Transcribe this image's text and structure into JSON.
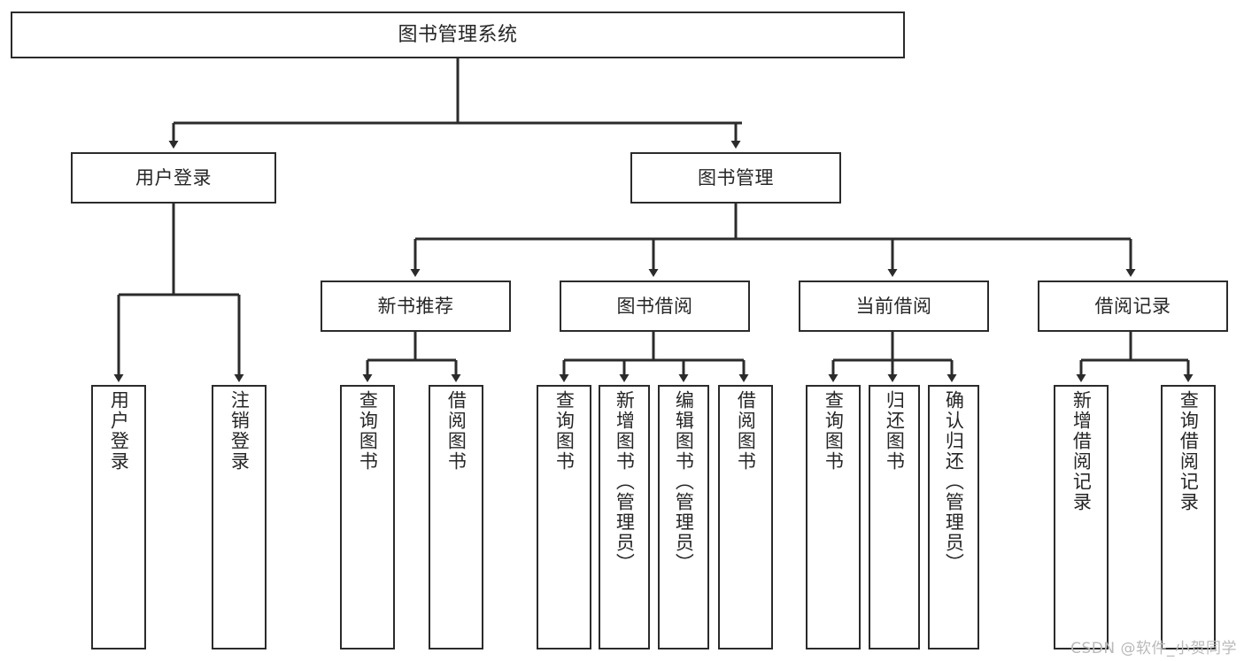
{
  "diagram": {
    "title": "图书管理系统",
    "type": "functional-structure-tree",
    "watermark": "CSDN @软件_小贺同学",
    "edge_color": "#2b2b2b",
    "box_border_color": "#2b2b2b",
    "box_fill_color": "#ffffff",
    "text_color": "#262626",
    "nodes": {
      "root": {
        "label": "图书管理系统"
      },
      "level2": [
        {
          "id": "user-login",
          "label": "用户登录"
        },
        {
          "id": "book-management",
          "label": "图书管理"
        }
      ],
      "level3": [
        {
          "id": "new-book-recommend",
          "label": "新书推荐"
        },
        {
          "id": "book-borrow",
          "label": "图书借阅"
        },
        {
          "id": "current-borrow",
          "label": "当前借阅"
        },
        {
          "id": "borrow-record",
          "label": "借阅记录"
        }
      ],
      "leaves": {
        "user-login": [
          {
            "id": "leaf-user-login",
            "label": "用户登录"
          },
          {
            "id": "leaf-user-logout",
            "label": "注销登录"
          }
        ],
        "new-book-recommend": [
          {
            "id": "leaf-query-book-1",
            "label": "查询图书"
          },
          {
            "id": "leaf-borrow-book-1",
            "label": "借阅图书"
          }
        ],
        "book-borrow": [
          {
            "id": "leaf-query-book-2",
            "label": "查询图书"
          },
          {
            "id": "leaf-add-book",
            "label": "新增图书（管理员）"
          },
          {
            "id": "leaf-edit-book",
            "label": "编辑图书（管理员）"
          },
          {
            "id": "leaf-borrow-book-2",
            "label": "借阅图书"
          }
        ],
        "current-borrow": [
          {
            "id": "leaf-query-book-3",
            "label": "查询图书"
          },
          {
            "id": "leaf-return-book",
            "label": "归还图书"
          },
          {
            "id": "leaf-confirm-return",
            "label": "确认归还（管理员）"
          }
        ],
        "borrow-record": [
          {
            "id": "leaf-add-record",
            "label": "新增借阅记录"
          },
          {
            "id": "leaf-query-record",
            "label": "查询借阅记录"
          }
        ]
      }
    }
  }
}
